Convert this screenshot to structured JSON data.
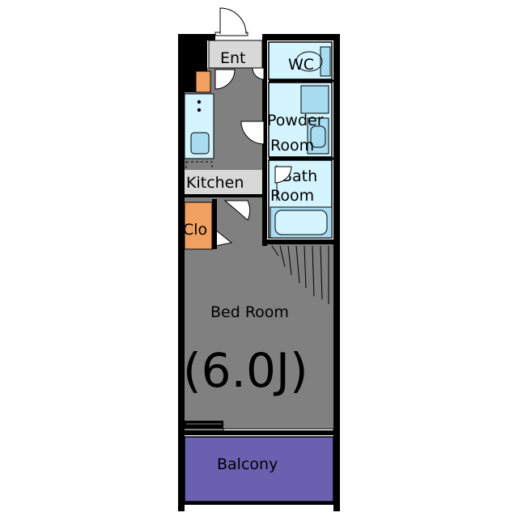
{
  "rooms": {
    "entrance": "Ent",
    "wc": "WC",
    "powder_room_line1": "Powder",
    "powder_room_line2": "Room",
    "bath_room_line1": "Bath",
    "bath_room_line2": "Room",
    "kitchen": "Kitchen",
    "closet": "Clo",
    "bed_room": "Bed Room",
    "bed_room_size": "(6.0J)",
    "balcony": "Balcony"
  },
  "colors": {
    "floor": "#808080",
    "wet_area": "#d4f4ff",
    "fixture": "#a8dcf0",
    "wood": "#f0a060",
    "entrance": "#d8d8d8",
    "balcony": "#6a60b0",
    "wall": "#000000"
  }
}
